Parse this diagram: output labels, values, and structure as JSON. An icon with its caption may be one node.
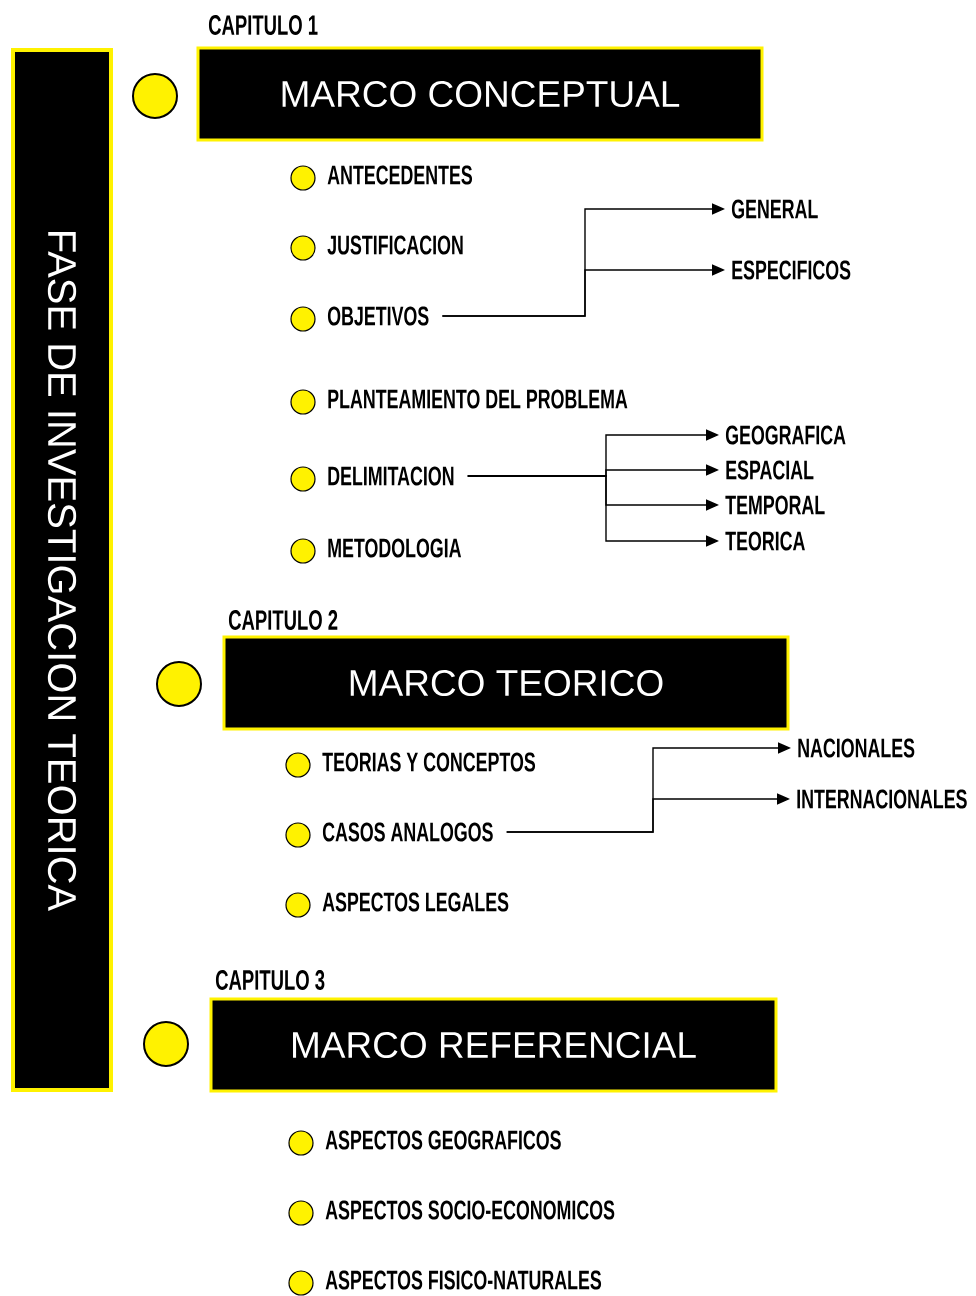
{
  "diagram": {
    "nodes": [
      {
        "text": [
          "FASE DE  INVESTIGACION TEORICA"
        ]
      },
      {
        "text": [
          "CAPITULO 1",
          "MARCO CONCEPTUAL"
        ]
      },
      {
        "text": [
          "ANTECEDENTES"
        ]
      },
      {
        "text": [
          "JUSTIFICACION"
        ]
      },
      {
        "text": [
          "OBJETIVOS"
        ]
      },
      {
        "text": [
          "GENERAL"
        ]
      },
      {
        "text": [
          "ESPECIFICOS"
        ]
      },
      {
        "text": [
          "PLANTEAMIENTO DEL PROBLEMA"
        ]
      },
      {
        "text": [
          "DELIMITACION"
        ]
      },
      {
        "text": [
          "GEOGRAFICA"
        ]
      },
      {
        "text": [
          "ESPACIAL"
        ]
      },
      {
        "text": [
          "TEMPORAL"
        ]
      },
      {
        "text": [
          "TEORICA"
        ]
      },
      {
        "text": [
          "METODOLOGIA"
        ]
      },
      {
        "text": [
          "CAPITULO 2",
          "MARCO TEORICO"
        ]
      },
      {
        "text": [
          "TEORIAS Y CONCEPTOS"
        ]
      },
      {
        "text": [
          "CASOS ANALOGOS"
        ]
      },
      {
        "text": [
          "NACIONALES"
        ]
      },
      {
        "text": [
          "INTERNACIONALES"
        ]
      },
      {
        "text": [
          "ASPECTOS LEGALES"
        ]
      },
      {
        "text": [
          "CAPITULO 3",
          "MARCO REFERENCIAL"
        ]
      },
      {
        "text": [
          "ASPECTOS GEOGRAFICOS"
        ]
      },
      {
        "text": [
          "ASPECTOS SOCIO-ECONOMICOS"
        ]
      },
      {
        "text": [
          "ASPECTOS FISICO-NATURALES"
        ]
      }
    ],
    "edges": [
      {
        "from": 4,
        "to": 5,
        "arrow": "to"
      },
      {
        "from": 4,
        "to": 6,
        "arrow": "to"
      },
      {
        "from": 8,
        "to": 9,
        "arrow": "to"
      },
      {
        "from": 8,
        "to": 10,
        "arrow": "to"
      },
      {
        "from": 8,
        "to": 11,
        "arrow": "to"
      },
      {
        "from": 8,
        "to": 12,
        "arrow": "to"
      },
      {
        "from": 16,
        "to": 17,
        "arrow": "to"
      },
      {
        "from": 16,
        "to": 18,
        "arrow": "to"
      }
    ]
  }
}
